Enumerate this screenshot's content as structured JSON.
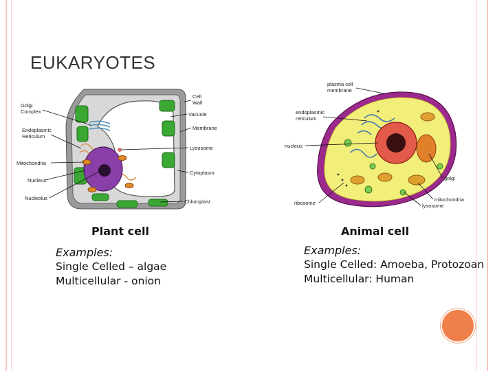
{
  "title": "EUKARYOTES",
  "plant": {
    "caption": "Plant cell",
    "examples_head": "Examples:",
    "line1": "Single Celled – algae",
    "line2": "Multicellular - onion",
    "labels": {
      "golgi": [
        "Golgi",
        "Complex"
      ],
      "er": [
        "Endoplasmic",
        "Reticulum"
      ],
      "mitochondria": "Mitochondria",
      "nucleus": "Nucleus",
      "nucleolus": "Nucleolus",
      "cellwall": [
        "Cell",
        "Wall"
      ],
      "vacuole": "Vacuole",
      "membrane": "Membrane",
      "lysosome": "Lysosome",
      "cytoplasm": "Cytoplasm",
      "chloroplast": "Chloroplast"
    }
  },
  "animal": {
    "caption": "Animal cell",
    "examples_head": "Examples:",
    "line1": "Single Celled: Amoeba, Protozoan",
    "line2": "Multicellular: Human",
    "labels": {
      "plasma": [
        "plasma cell",
        "membrane"
      ],
      "er": [
        "endoplasmic",
        "reticulum"
      ],
      "nucleus": "nucleus",
      "ribosome": "ribosome",
      "golgi": "golgi",
      "mitochondria": "mitochondria",
      "lysosome": "lysosome"
    }
  },
  "colors": {
    "accent": "#f0804a",
    "frame": "#f4c8bd",
    "chloroplast": "#3aa832",
    "nucleus": "#8a3fa8",
    "animal_membrane": "#9b2a8c",
    "animal_cytoplasm": "#f2ee7a"
  }
}
